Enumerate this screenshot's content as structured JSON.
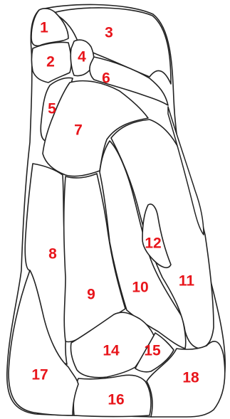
{
  "label_color": "#e8151b",
  "outline_color": "#222222",
  "regions": [
    {
      "id": "1",
      "label": "1"
    },
    {
      "id": "2",
      "label": "2"
    },
    {
      "id": "3",
      "label": "3"
    },
    {
      "id": "4",
      "label": "4"
    },
    {
      "id": "5",
      "label": "5"
    },
    {
      "id": "6",
      "label": "6"
    },
    {
      "id": "7",
      "label": "7"
    },
    {
      "id": "8",
      "label": "8"
    },
    {
      "id": "9",
      "label": "9"
    },
    {
      "id": "10",
      "label": "10"
    },
    {
      "id": "11",
      "label": "11"
    },
    {
      "id": "12",
      "label": "12"
    },
    {
      "id": "14",
      "label": "14"
    },
    {
      "id": "15",
      "label": "15"
    },
    {
      "id": "16",
      "label": "16"
    },
    {
      "id": "17",
      "label": "17"
    },
    {
      "id": "18",
      "label": "18"
    }
  ]
}
